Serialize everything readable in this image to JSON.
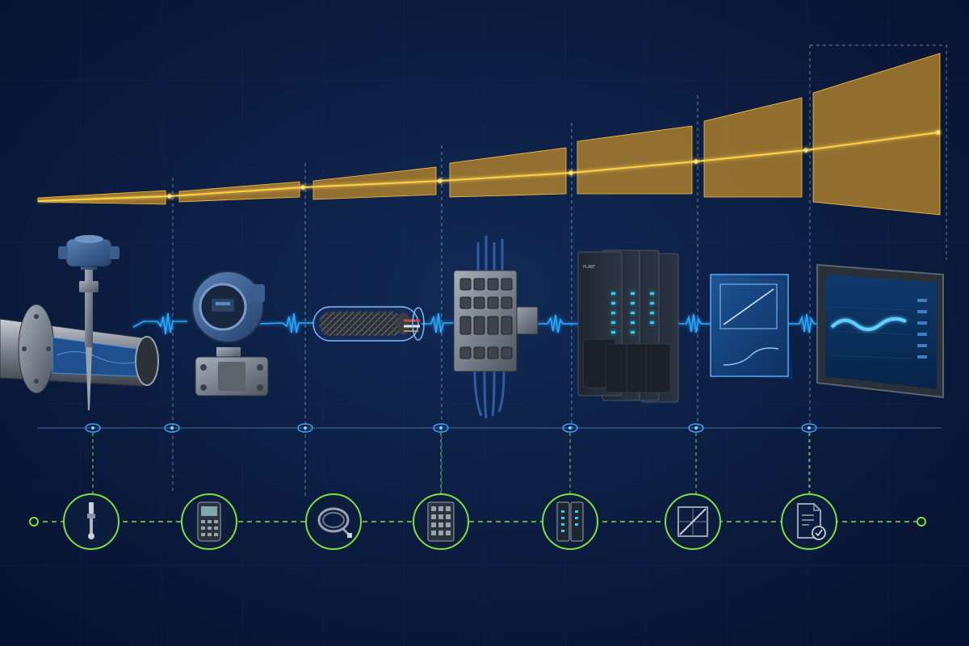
{
  "theme": {
    "background": "#0a1838",
    "envelope_fill": "#b8862a",
    "envelope_line": "#ffc23a",
    "signal_glow": "#2aa8ff",
    "timeline_green": "#7ee040",
    "divider": "#8a98b0",
    "equipment_blue": "#3a5f8c",
    "equipment_grey": "#6f7a86"
  },
  "stages": [
    {
      "name": "sensor-element",
      "icon": "sensor-probe-icon",
      "envelope_level": 0.02
    },
    {
      "name": "field-transmitter",
      "icon": "handheld-communicator-icon",
      "envelope_level": 0.1
    },
    {
      "name": "shielded-cable",
      "icon": "cable-coil-icon",
      "envelope_level": 0.18
    },
    {
      "name": "terminal-block",
      "icon": "terminal-block-icon",
      "envelope_level": 0.3
    },
    {
      "name": "io-card-rack",
      "icon": "io-modules-icon",
      "envelope_level": 0.45
    },
    {
      "name": "signal-conversion",
      "icon": "linearity-chart-icon",
      "envelope_level": 0.63
    },
    {
      "name": "hmi-display",
      "icon": "verified-document-icon",
      "envelope_level": 1.0
    }
  ],
  "labels": {
    "rack_badge": "PLANT"
  }
}
